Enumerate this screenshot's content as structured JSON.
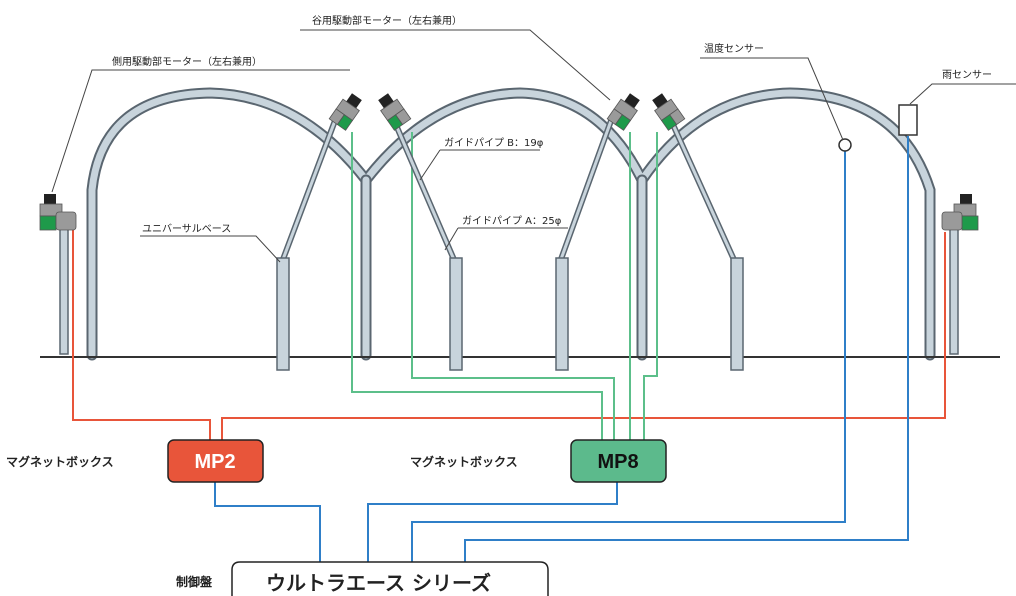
{
  "labels": {
    "side_motor": "側用駆動部モーター（左右兼用）",
    "valley_motor": "谷用駆動部モーター（左右兼用）",
    "temp_sensor": "温度センサー",
    "rain_sensor": "雨センサー",
    "guide_pipe_b": "ガイドパイプ B：19φ",
    "guide_pipe_a": "ガイドパイプ A：25φ",
    "universal_base": "ユニバーサルベース",
    "magnet_box_left": "マグネットボックス",
    "magnet_box_right": "マグネットボックス",
    "mp2": "MP2",
    "mp8": "MP8",
    "control_panel_label": "制御盤",
    "control_panel_name": "ウルトラエース シリーズ"
  },
  "colors": {
    "pipe_fill": "#c8d4dc",
    "pipe_stroke": "#5a6670",
    "motor_gray": "#9a9a9a",
    "motor_dark": "#222222",
    "motor_green": "#1e9a4a",
    "wire_orange": "#e8553a",
    "wire_green": "#5cbf8a",
    "wire_blue": "#2f7fc8",
    "mp2_fill": "#e8553a",
    "mp8_fill": "#5cba8c",
    "ground": "#333333"
  }
}
